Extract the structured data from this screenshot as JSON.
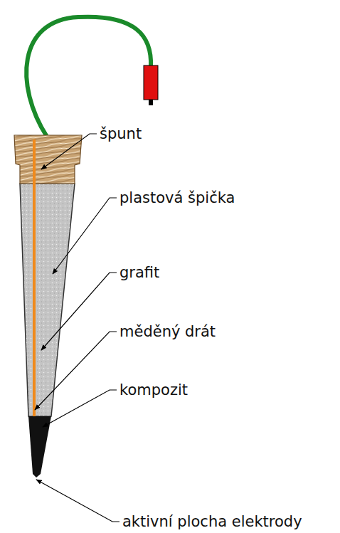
{
  "diagram": {
    "labels": [
      "špunt",
      "plastová špička",
      "grafit",
      "měděný drát",
      "kompozit",
      "aktivní plocha elektrody"
    ]
  }
}
